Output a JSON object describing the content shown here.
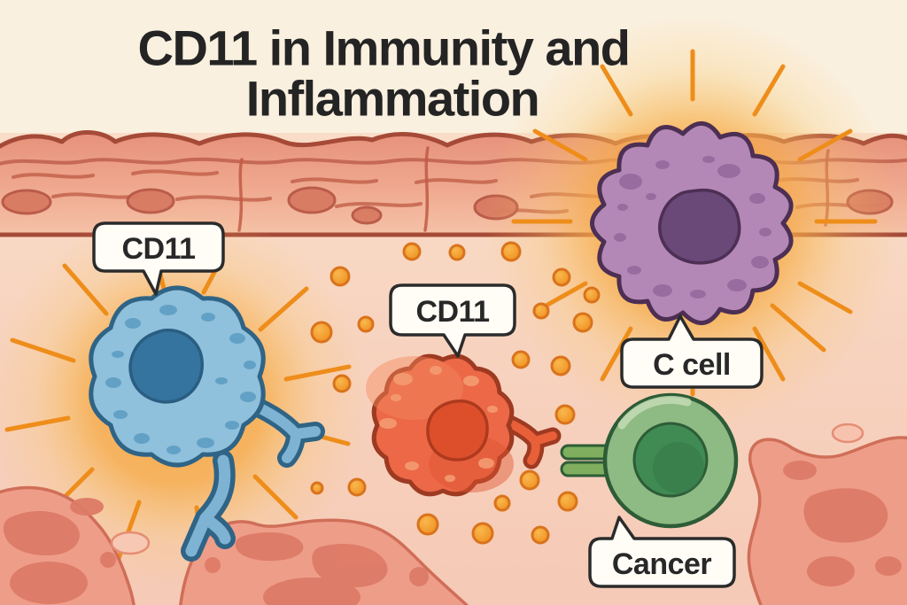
{
  "title": {
    "line1": "CD11 in Immunity and",
    "line2": "Inflammation"
  },
  "labels": {
    "immune_cell_left": "CD11",
    "immune_cell_center": "CD11",
    "c_cell": "C cell",
    "cancer_cell": "Cancer"
  },
  "cells": [
    {
      "label": "CD11",
      "type": "blue immune cell",
      "body_color": "#8fc0dc",
      "nucleus_color": "#3c7ba6"
    },
    {
      "label": "CD11",
      "type": "red immune cell",
      "body_color": "#ec6847",
      "nucleus_color": "#da4f2b"
    },
    {
      "label": "C cell",
      "type": "purple immune cell",
      "body_color": "#b488b6",
      "nucleus_color": "#6a4878"
    },
    {
      "label": "Cancer",
      "type": "green cancer cell",
      "body_color": "#8eba83",
      "nucleus_color": "#3f8b53"
    }
  ],
  "colors": {
    "background_cream": "#faf0df",
    "background_pink": "#f7d5c0",
    "tissue_salmon": "#eda68e",
    "tissue_outline": "#a64a38",
    "glow_orange": "#f6a53c",
    "ray_orange": "#ee8d1a",
    "granule_orange": "#f6a62f",
    "bubble_fill": "#fffdf6",
    "bubble_stroke": "#2b2b2b",
    "title_color": "#242424"
  }
}
